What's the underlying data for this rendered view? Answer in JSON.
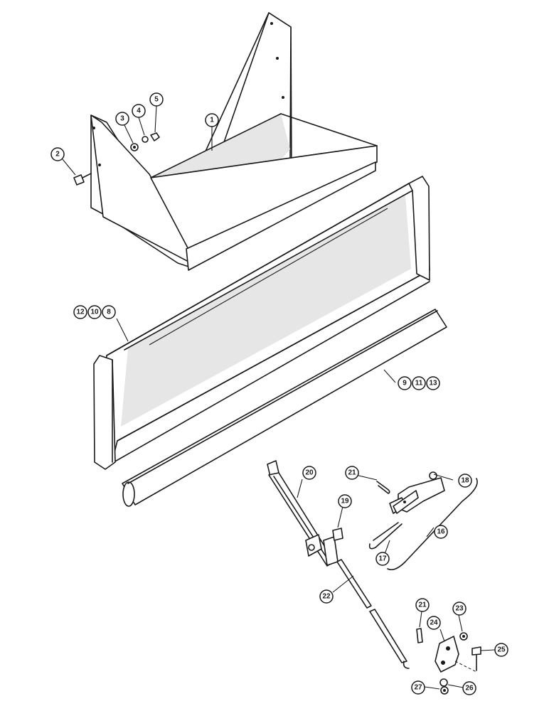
{
  "callouts": {
    "c1": "1",
    "c2": "2",
    "c3": "3",
    "c4": "4",
    "c5": "5",
    "c8": "8",
    "c9": "9",
    "c10": "10",
    "c11": "11",
    "c12": "12",
    "c13": "13",
    "c16": "16",
    "c17": "17",
    "c18": "18",
    "c19": "19",
    "c20": "20",
    "c21a": "21",
    "c21b": "21",
    "c22": "22",
    "c23": "23",
    "c24": "24",
    "c25": "25",
    "c26": "26",
    "c27": "27"
  }
}
